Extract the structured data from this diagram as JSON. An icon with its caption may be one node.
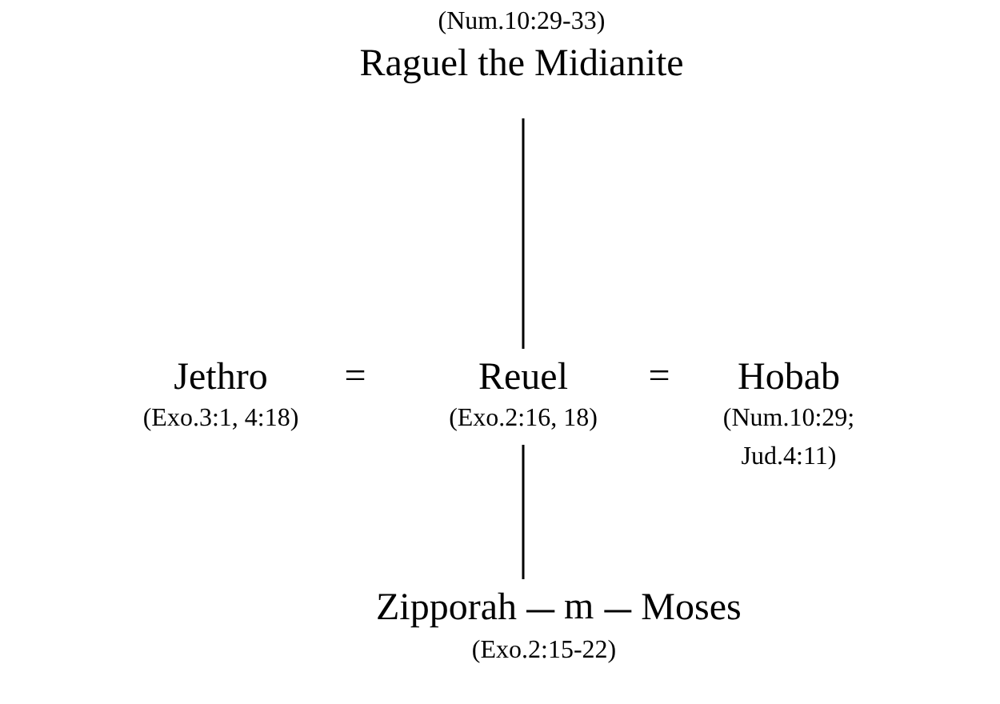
{
  "diagram": {
    "nodes": [
      {
        "text": [
          "(Num.10:29-33)",
          "Raguel the Midianite"
        ]
      },
      {
        "text": [
          "Jethro",
          "(Exo.3:1, 4:18)"
        ]
      },
      {
        "text": [
          "Reuel",
          "(Exo.2:16, 18)"
        ]
      },
      {
        "text": [
          "Hobab",
          "(Num.10:29; Jud.4:11)"
        ]
      },
      {
        "text": [
          "Zipporah"
        ]
      },
      {
        "text": [
          "Moses"
        ]
      }
    ],
    "edges": [
      {
        "from": 0,
        "to": 2,
        "arrow": "none"
      },
      {
        "from": 2,
        "to": 4,
        "arrow": "none"
      },
      {
        "from": 4,
        "to": 5,
        "arrow": "none",
        "label": "m"
      }
    ],
    "labels": [
      "=",
      "=",
      "(Exo.2:15-22)"
    ]
  }
}
